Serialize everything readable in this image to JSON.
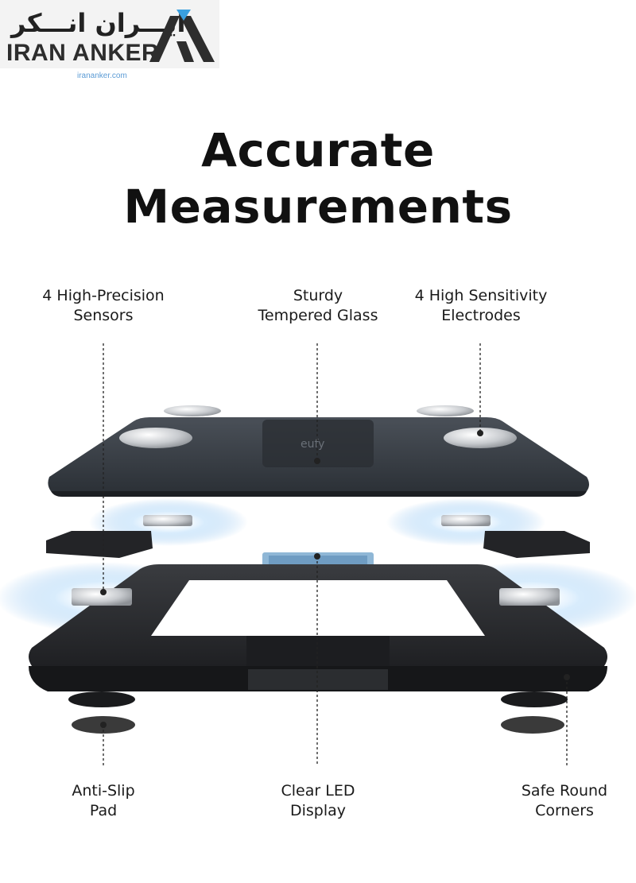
{
  "logo": {
    "name_fa": "ایـــران انـــکر",
    "name_en": "IRAN ANKER",
    "url": "irananker.com"
  },
  "headline": {
    "line1": "Accurate",
    "line2": "Measurements"
  },
  "callouts": {
    "sensors": {
      "line1": "4 High-Precision",
      "line2": "Sensors"
    },
    "glass": {
      "line1": "Sturdy",
      "line2": "Tempered Glass"
    },
    "electrodes": {
      "line1": "4 High Sensitivity",
      "line2": "Electrodes"
    },
    "pad": {
      "line1": "Anti-Slip",
      "line2": "Pad"
    },
    "display": {
      "line1": "Clear LED",
      "line2": "Display"
    },
    "corners": {
      "line1": "Safe Round",
      "line2": "Corners"
    }
  },
  "product": {
    "brand_mark": "eufy"
  },
  "colors": {
    "glass_top": "#3b4148",
    "base": "#2b2d30",
    "ripple": "#5fa8e8",
    "logo_accent": "#3aa0e0"
  }
}
